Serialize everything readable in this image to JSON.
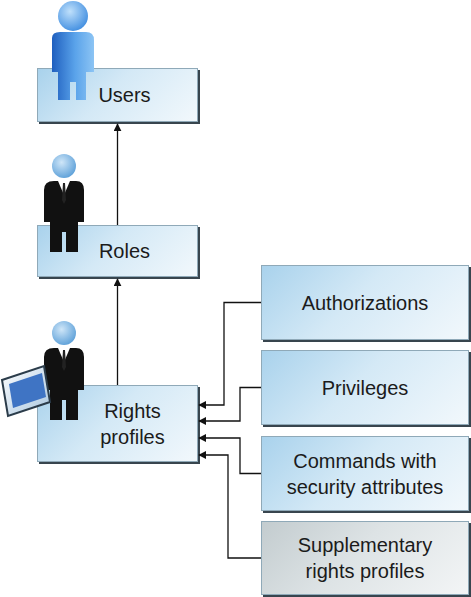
{
  "diagram": {
    "nodes": [
      {
        "text": [
          "Users"
        ]
      },
      {
        "text": [
          "Roles"
        ]
      },
      {
        "text": [
          "Rights profiles"
        ]
      },
      {
        "text": [
          "Authorizations"
        ]
      },
      {
        "text": [
          "Privileges"
        ]
      },
      {
        "text": [
          "Commands with security attributes"
        ]
      },
      {
        "text": [
          "Supplementary rights profiles"
        ]
      }
    ],
    "edges": [
      {
        "from": 1,
        "to": 0,
        "arrow": "to"
      },
      {
        "from": 2,
        "to": 1,
        "arrow": "to"
      },
      {
        "from": 3,
        "to": 2,
        "arrow": "to"
      },
      {
        "from": 4,
        "to": 2,
        "arrow": "to"
      },
      {
        "from": 5,
        "to": 2,
        "arrow": "to"
      },
      {
        "from": 6,
        "to": 2,
        "arrow": "to"
      }
    ]
  }
}
